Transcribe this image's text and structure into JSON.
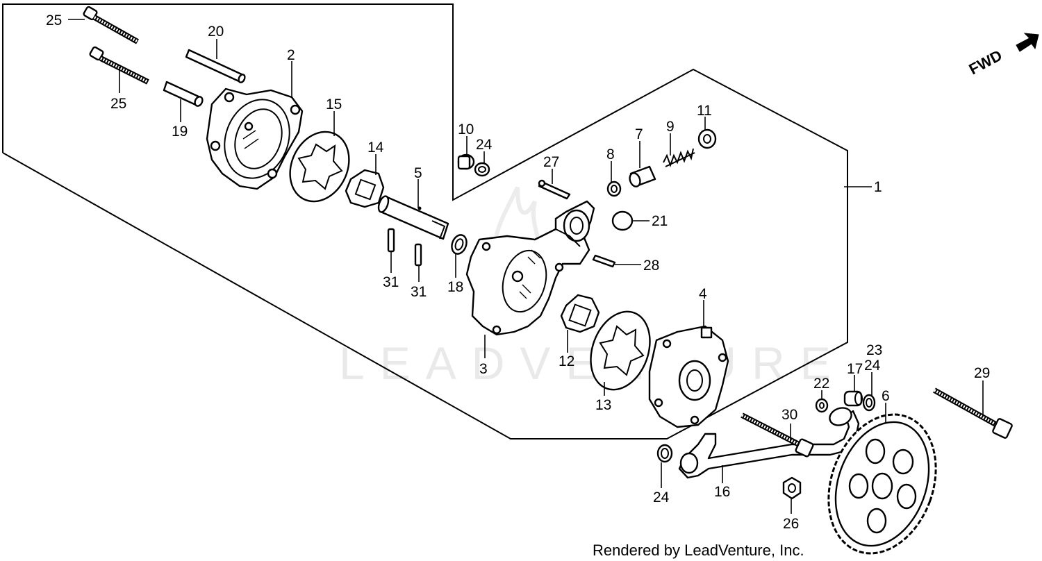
{
  "orientation_label": "FWD",
  "watermark": "LEADVENTURE",
  "credit": "Rendered by LeadVenture, Inc.",
  "callouts": {
    "c1": "1",
    "c2": "2",
    "c3": "3",
    "c4": "4",
    "c5": "5",
    "c6": "6",
    "c7": "7",
    "c8": "8",
    "c9": "9",
    "c10": "10",
    "c11": "11",
    "c12": "12",
    "c13": "13",
    "c14": "14",
    "c15": "15",
    "c16": "16",
    "c17": "17",
    "c18": "18",
    "c19": "19",
    "c20": "20",
    "c21": "21",
    "c22": "22",
    "c23": "23",
    "c24a": "24",
    "c24b": "24",
    "c24c": "24",
    "c25a": "25",
    "c25b": "25",
    "c26": "26",
    "c27": "27",
    "c28": "28",
    "c29": "29",
    "c30": "30",
    "c31a": "31",
    "c31b": "31"
  },
  "colors": {
    "line": "#000000",
    "background": "#ffffff",
    "watermark": "#e9e9e9"
  }
}
